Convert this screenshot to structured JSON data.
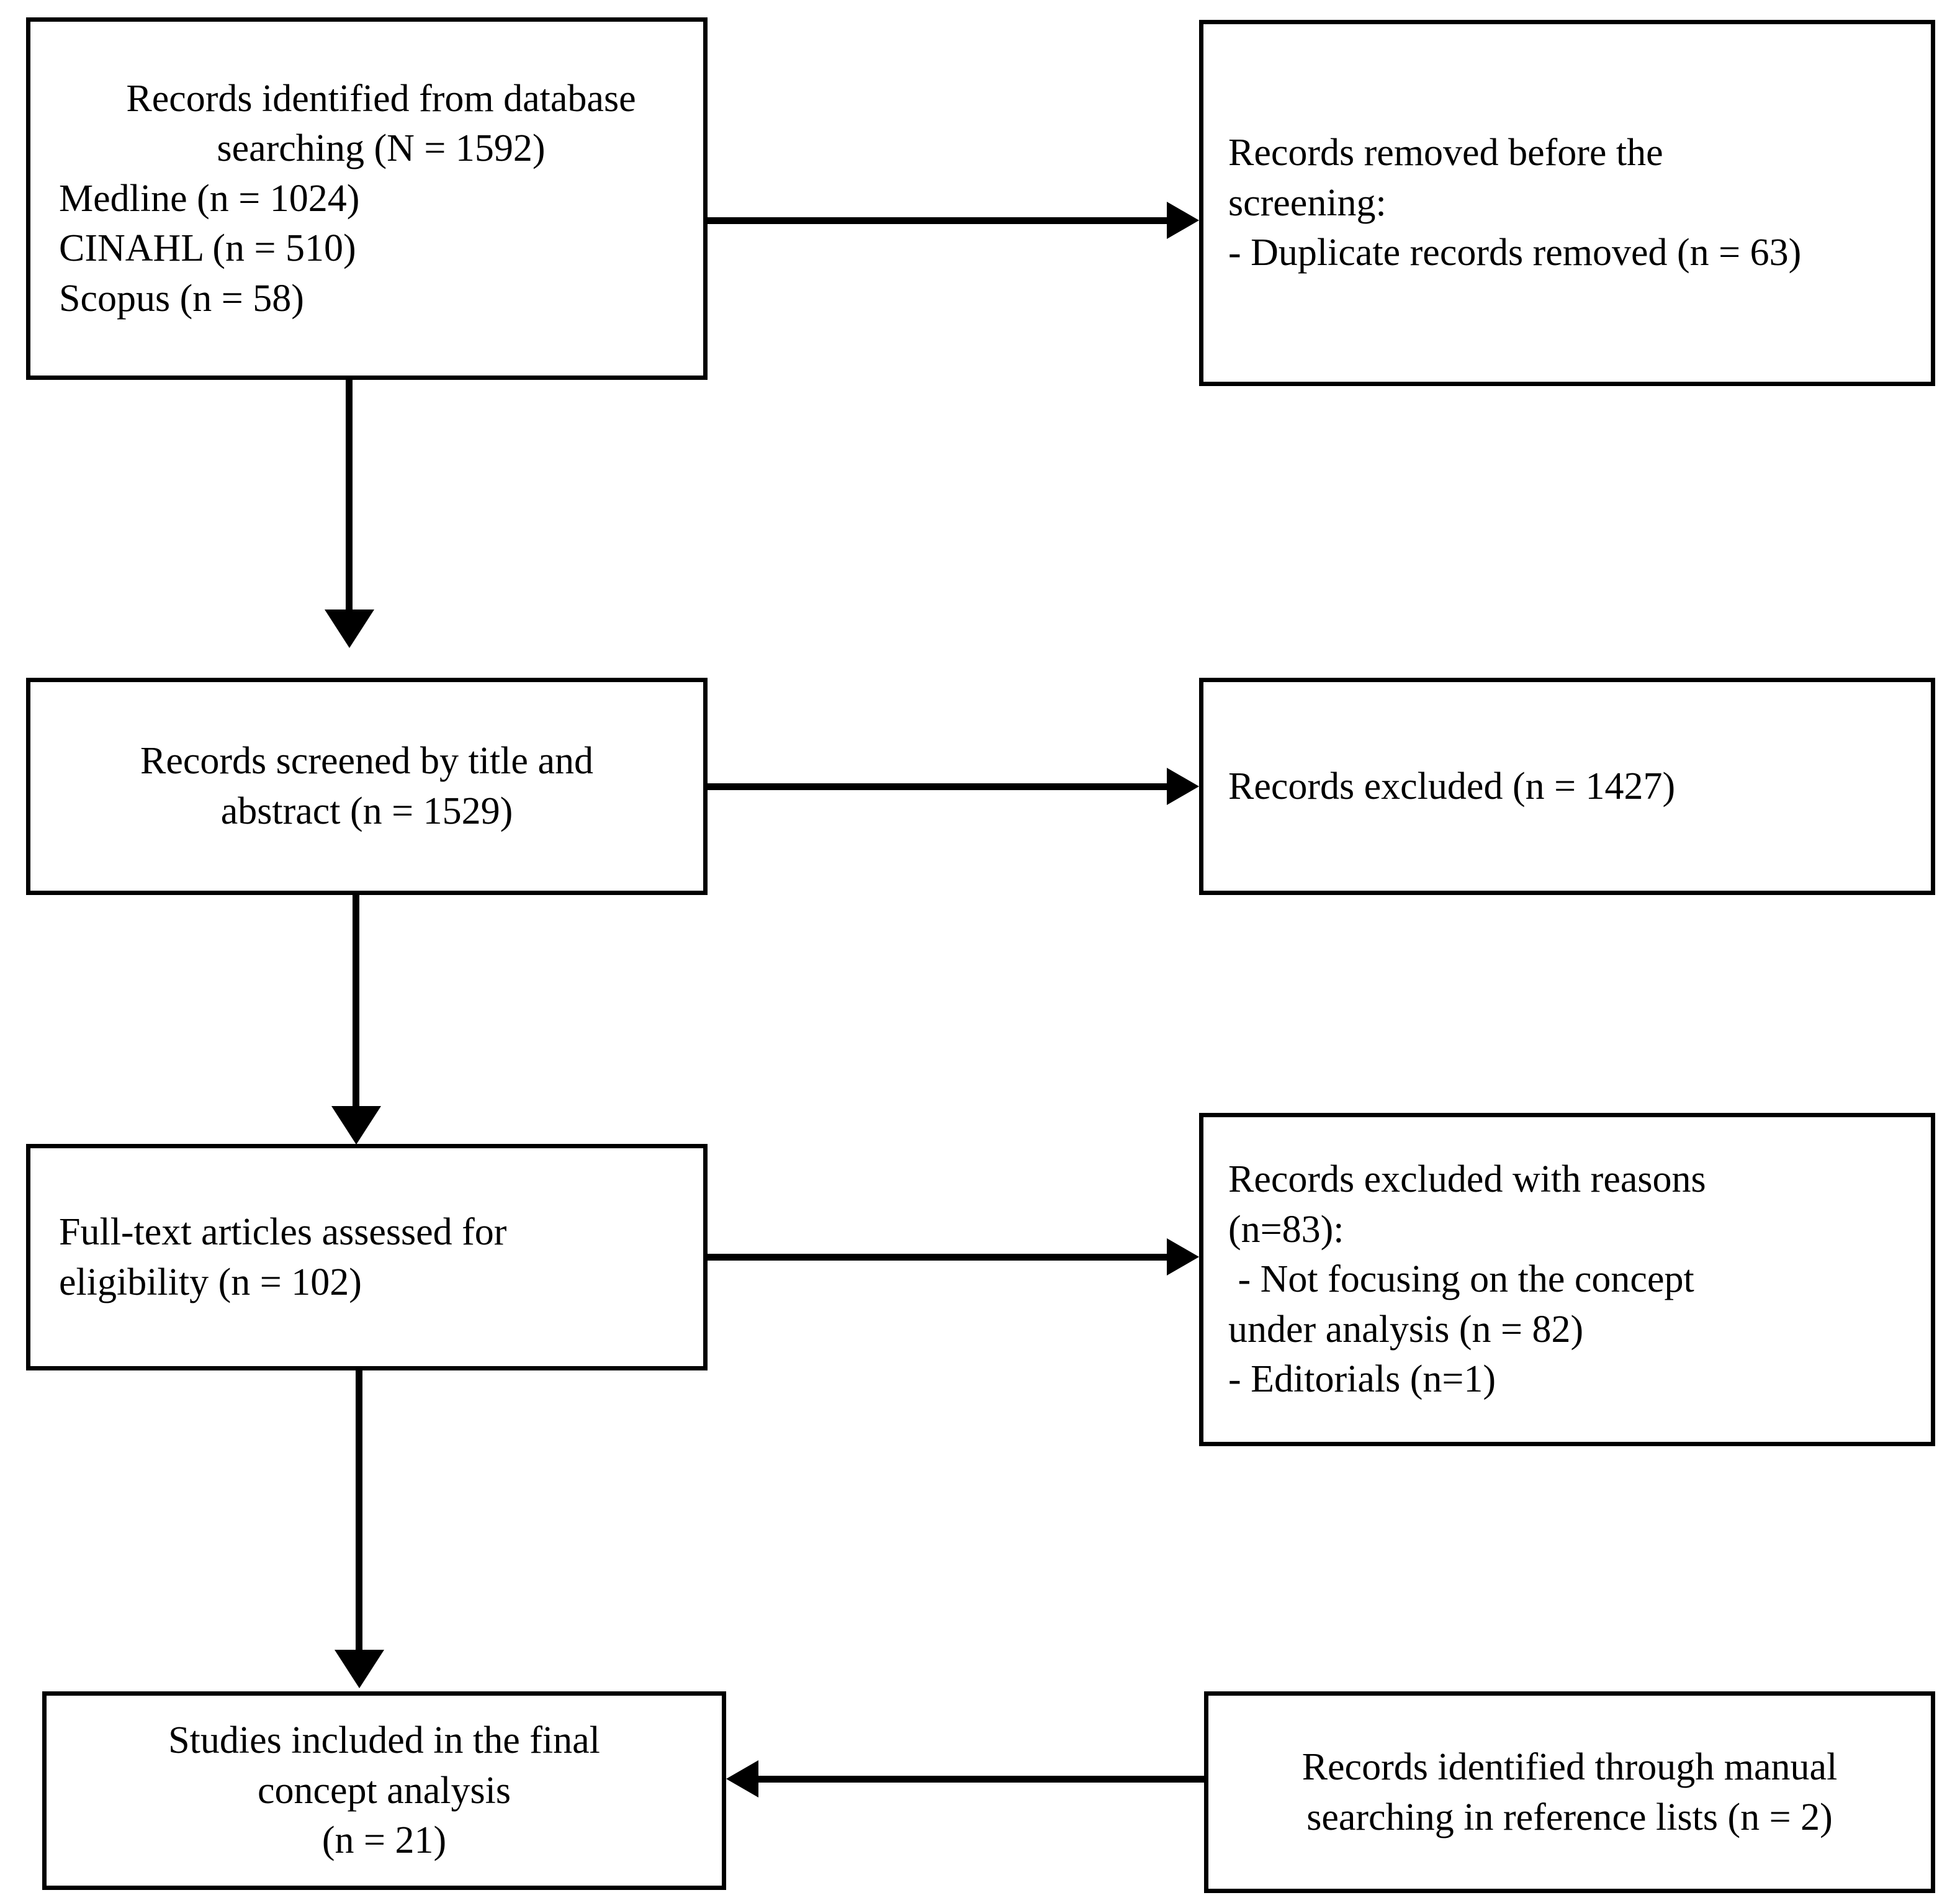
{
  "diagram": {
    "title": "PRISMA study selection flow diagram",
    "colors": {
      "background": "#ffffff",
      "stroke": "#000000",
      "text": "#000000"
    },
    "boxes": {
      "identification": {
        "name": "records-identified-box",
        "lines": [
          "Records identified from database",
          "searching (N = 1592)",
          "Medline (n = 1024)",
          "CINAHL (n = 510)",
          "Scopus (n = 58)"
        ],
        "counts": {
          "total": 1592,
          "medline": 1024,
          "cinahl": 510,
          "scopus": 58
        }
      },
      "removed_before_screening": {
        "name": "records-removed-box",
        "lines": [
          "Records removed before the",
          "screening:",
          "- Duplicate records removed (n = 63)"
        ],
        "counts": {
          "duplicates": 63
        }
      },
      "screened": {
        "name": "records-screened-box",
        "lines": [
          "Records screened by title and",
          "abstract (n = 1529)"
        ],
        "counts": {
          "screened": 1529
        }
      },
      "excluded": {
        "name": "records-excluded-box",
        "lines": [
          "Records excluded (n = 1427)"
        ],
        "counts": {
          "excluded": 1427
        }
      },
      "fulltext": {
        "name": "full-text-assessed-box",
        "lines": [
          "Full-text articles assessed for",
          "eligibility (n = 102)"
        ],
        "counts": {
          "assessed": 102
        }
      },
      "excluded_reasons": {
        "name": "records-excluded-with-reasons-box",
        "lines": [
          "Records excluded with reasons",
          "(n=83):",
          " - Not focusing on the concept",
          "under analysis (n = 82)",
          "- Editorials (n=1)"
        ],
        "counts": {
          "total": 83,
          "not_focusing": 82,
          "editorials": 1
        }
      },
      "included": {
        "name": "studies-included-box",
        "lines": [
          "Studies included in the final",
          "concept analysis",
          "(n = 21)"
        ],
        "counts": {
          "included": 21
        }
      },
      "manual_search": {
        "name": "manual-search-box",
        "lines": [
          "Records identified through manual",
          "searching in reference lists (n = 2)"
        ],
        "counts": {
          "manual": 2
        }
      }
    },
    "connectors": [
      {
        "name": "arrow-identification-to-removed",
        "direction": "right"
      },
      {
        "name": "arrow-identification-to-screened",
        "direction": "down"
      },
      {
        "name": "arrow-screened-to-excluded",
        "direction": "right"
      },
      {
        "name": "arrow-screened-to-fulltext",
        "direction": "down"
      },
      {
        "name": "arrow-fulltext-to-excluded-reasons",
        "direction": "right"
      },
      {
        "name": "arrow-fulltext-to-included",
        "direction": "down"
      },
      {
        "name": "arrow-manual-search-to-included",
        "direction": "left"
      }
    ]
  }
}
